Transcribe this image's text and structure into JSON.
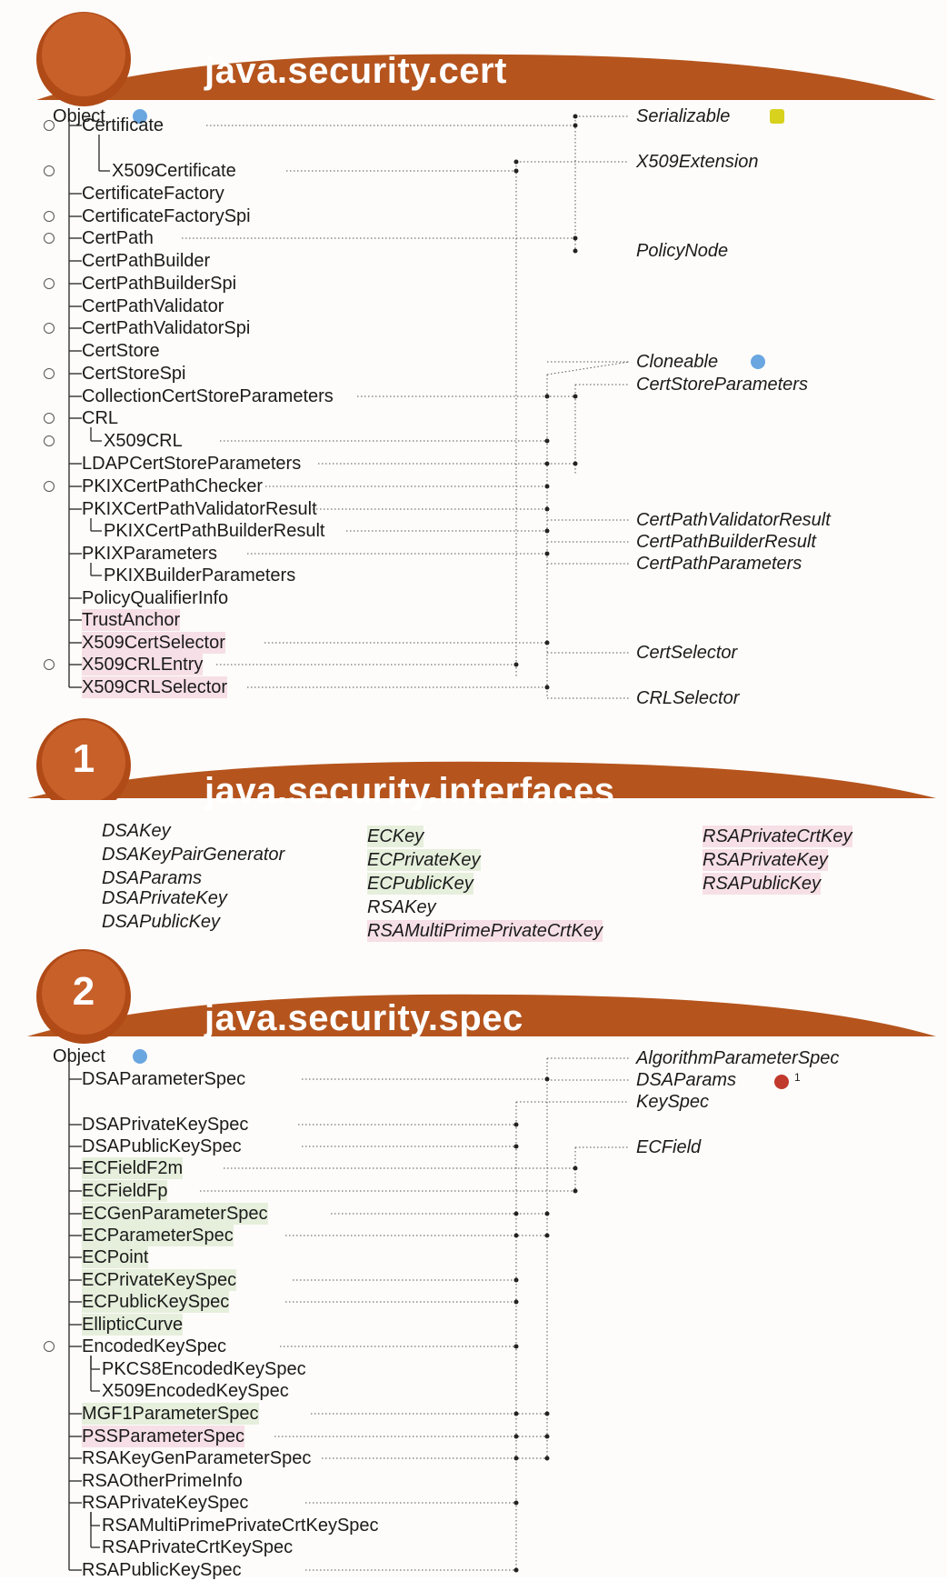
{
  "sections": [
    {
      "title": "java.security.cert",
      "badge": ""
    },
    {
      "title": "java.security.interfaces",
      "badge": "1"
    },
    {
      "title": "java.security.spec",
      "badge": "2"
    }
  ],
  "cert": {
    "root": "Object",
    "classes": [
      {
        "label": "Certificate",
        "abstract": true,
        "highlight": ""
      },
      {
        "label": "X509Certificate",
        "abstract": true,
        "highlight": ""
      },
      {
        "label": "CertificateFactory",
        "abstract": false,
        "highlight": ""
      },
      {
        "label": "CertificateFactorySpi",
        "abstract": true,
        "highlight": ""
      },
      {
        "label": "CertPath",
        "abstract": true,
        "highlight": ""
      },
      {
        "label": "CertPathBuilder",
        "abstract": false,
        "highlight": ""
      },
      {
        "label": "CertPathBuilderSpi",
        "abstract": true,
        "highlight": ""
      },
      {
        "label": "CertPathValidator",
        "abstract": false,
        "highlight": ""
      },
      {
        "label": "CertPathValidatorSpi",
        "abstract": true,
        "highlight": ""
      },
      {
        "label": "CertStore",
        "abstract": false,
        "highlight": ""
      },
      {
        "label": "CertStoreSpi",
        "abstract": true,
        "highlight": ""
      },
      {
        "label": "CollectionCertStoreParameters",
        "abstract": false,
        "highlight": ""
      },
      {
        "label": "CRL",
        "abstract": true,
        "highlight": ""
      },
      {
        "label": "X509CRL",
        "abstract": true,
        "highlight": ""
      },
      {
        "label": "LDAPCertStoreParameters",
        "abstract": false,
        "highlight": ""
      },
      {
        "label": "PKIXCertPathChecker",
        "abstract": true,
        "highlight": ""
      },
      {
        "label": "PKIXCertPathValidatorResult",
        "abstract": false,
        "highlight": ""
      },
      {
        "label": "PKIXCertPathBuilderResult",
        "abstract": false,
        "highlight": ""
      },
      {
        "label": "PKIXParameters",
        "abstract": false,
        "highlight": ""
      },
      {
        "label": "PKIXBuilderParameters",
        "abstract": false,
        "highlight": ""
      },
      {
        "label": "PolicyQualifierInfo",
        "abstract": false,
        "highlight": ""
      },
      {
        "label": "TrustAnchor",
        "abstract": false,
        "highlight": "pink"
      },
      {
        "label": "X509CertSelector",
        "abstract": false,
        "highlight": "pink"
      },
      {
        "label": "X509CRLEntry",
        "abstract": true,
        "highlight": "pink"
      },
      {
        "label": "X509CRLSelector",
        "abstract": false,
        "highlight": "pink"
      }
    ],
    "interfaces": [
      "Serializable",
      "X509Extension",
      "PolicyNode",
      "Cloneable",
      "CertStoreParameters",
      "CertPathValidatorResult",
      "CertPathBuilderResult",
      "CertPathParameters",
      "CertSelector",
      "CRLSelector"
    ]
  },
  "interfaces_pkg": {
    "col1": [
      "DSAKey",
      "DSAKeyPairGenerator",
      "DSAParams",
      "DSAPrivateKey",
      "DSAPublicKey"
    ],
    "col2": [
      "ECKey",
      "ECPrivateKey",
      "ECPublicKey",
      "RSAKey",
      "RSAMultiPrimePrivateCrtKey"
    ],
    "col3": [
      "RSAPrivateCrtKey",
      "RSAPrivateKey",
      "RSAPublicKey"
    ]
  },
  "spec": {
    "root": "Object",
    "classes": [
      {
        "label": "DSAParameterSpec",
        "abstract": false,
        "highlight": ""
      },
      {
        "label": "DSAPrivateKeySpec",
        "abstract": false,
        "highlight": ""
      },
      {
        "label": "DSAPublicKeySpec",
        "abstract": false,
        "highlight": ""
      },
      {
        "label": "ECFieldF2m",
        "abstract": false,
        "highlight": "green"
      },
      {
        "label": "ECFieldFp",
        "abstract": false,
        "highlight": "green"
      },
      {
        "label": "ECGenParameterSpec",
        "abstract": false,
        "highlight": "green"
      },
      {
        "label": "ECParameterSpec",
        "abstract": false,
        "highlight": "green"
      },
      {
        "label": "ECPoint",
        "abstract": false,
        "highlight": "green"
      },
      {
        "label": "ECPrivateKeySpec",
        "abstract": false,
        "highlight": "green"
      },
      {
        "label": "ECPublicKeySpec",
        "abstract": false,
        "highlight": "green"
      },
      {
        "label": "EllipticCurve",
        "abstract": false,
        "highlight": "green"
      },
      {
        "label": "EncodedKeySpec",
        "abstract": true,
        "highlight": ""
      },
      {
        "label": "PKCS8EncodedKeySpec",
        "abstract": false,
        "highlight": ""
      },
      {
        "label": "X509EncodedKeySpec",
        "abstract": false,
        "highlight": ""
      },
      {
        "label": "MGF1ParameterSpec",
        "abstract": false,
        "highlight": "green"
      },
      {
        "label": "PSSParameterSpec",
        "abstract": false,
        "highlight": "pink"
      },
      {
        "label": "RSAKeyGenParameterSpec",
        "abstract": false,
        "highlight": ""
      },
      {
        "label": "RSAOtherPrimeInfo",
        "abstract": false,
        "highlight": ""
      },
      {
        "label": "RSAPrivateKeySpec",
        "abstract": false,
        "highlight": ""
      },
      {
        "label": "RSAMultiPrimePrivateCrtKeySpec",
        "abstract": false,
        "highlight": ""
      },
      {
        "label": "RSAPrivateCrtKeySpec",
        "abstract": false,
        "highlight": ""
      },
      {
        "label": "RSAPublicKeySpec",
        "abstract": false,
        "highlight": ""
      }
    ],
    "interfaces": [
      "AlgorithmParameterSpec",
      "DSAParams",
      "KeySpec",
      "ECField"
    ],
    "dsaparams_footnote": "1"
  },
  "colors": {
    "banner": "#b5541d",
    "banner_dark": "#9c3f12",
    "pink": "#f6dfe6",
    "green": "#e6efdc",
    "star": "#6aa6e0",
    "serial": "#d8d21e",
    "fn": "#c0392b"
  }
}
